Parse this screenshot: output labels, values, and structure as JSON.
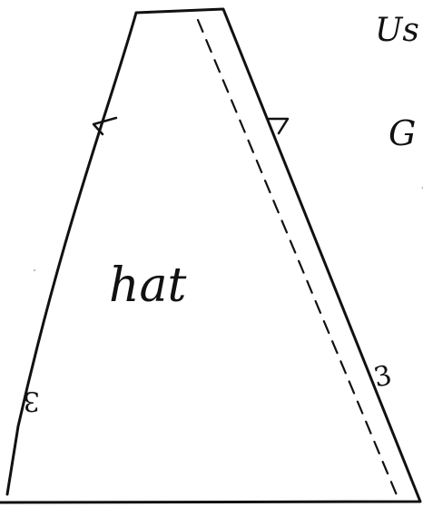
{
  "piece_label": "hat",
  "side_text_top": "Us",
  "side_text_mid": "G",
  "notch_left_bottom": "3",
  "notch_right_bottom": "3",
  "colors": {
    "ink": "#111111",
    "paper": "#ffffff"
  }
}
